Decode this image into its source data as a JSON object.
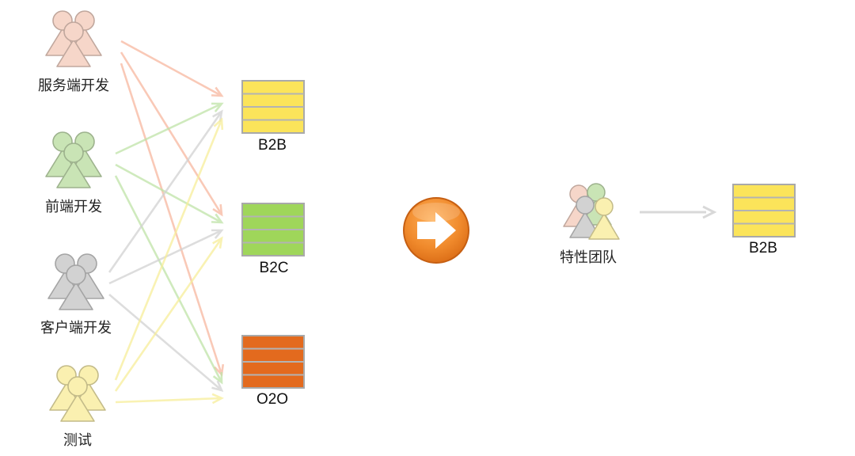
{
  "colors": {
    "server": "#f6d6c9",
    "frontend": "#c9e4b5",
    "client": "#d2d2d2",
    "test": "#faf0b0",
    "b2b": "#fbe45a",
    "b2c": "#9fd65a",
    "o2o": "#e36a1e",
    "arrow_button": "#f08a2c"
  },
  "roles": [
    {
      "label": "服务端开发",
      "color": "#f6d6c9",
      "arrow_color": "#f7b8a0"
    },
    {
      "label": "前端开发",
      "color": "#c9e4b5",
      "arrow_color": "#bfe3a8"
    },
    {
      "label": "客户端开发",
      "color": "#d2d2d2",
      "arrow_color": "#d2d2d2"
    },
    {
      "label": "测试",
      "color": "#faf0b0",
      "arrow_color": "#f7ee9a"
    }
  ],
  "stacks": [
    {
      "label": "B2B",
      "color": "#fbe45a"
    },
    {
      "label": "B2C",
      "color": "#9fd65a"
    },
    {
      "label": "O2O",
      "color": "#e36a1e"
    }
  ],
  "transform_icon": "right-arrow-circle-icon",
  "feature_team": {
    "label": "特性团队"
  },
  "result_stack": {
    "label": "B2B",
    "color": "#fbe45a"
  }
}
